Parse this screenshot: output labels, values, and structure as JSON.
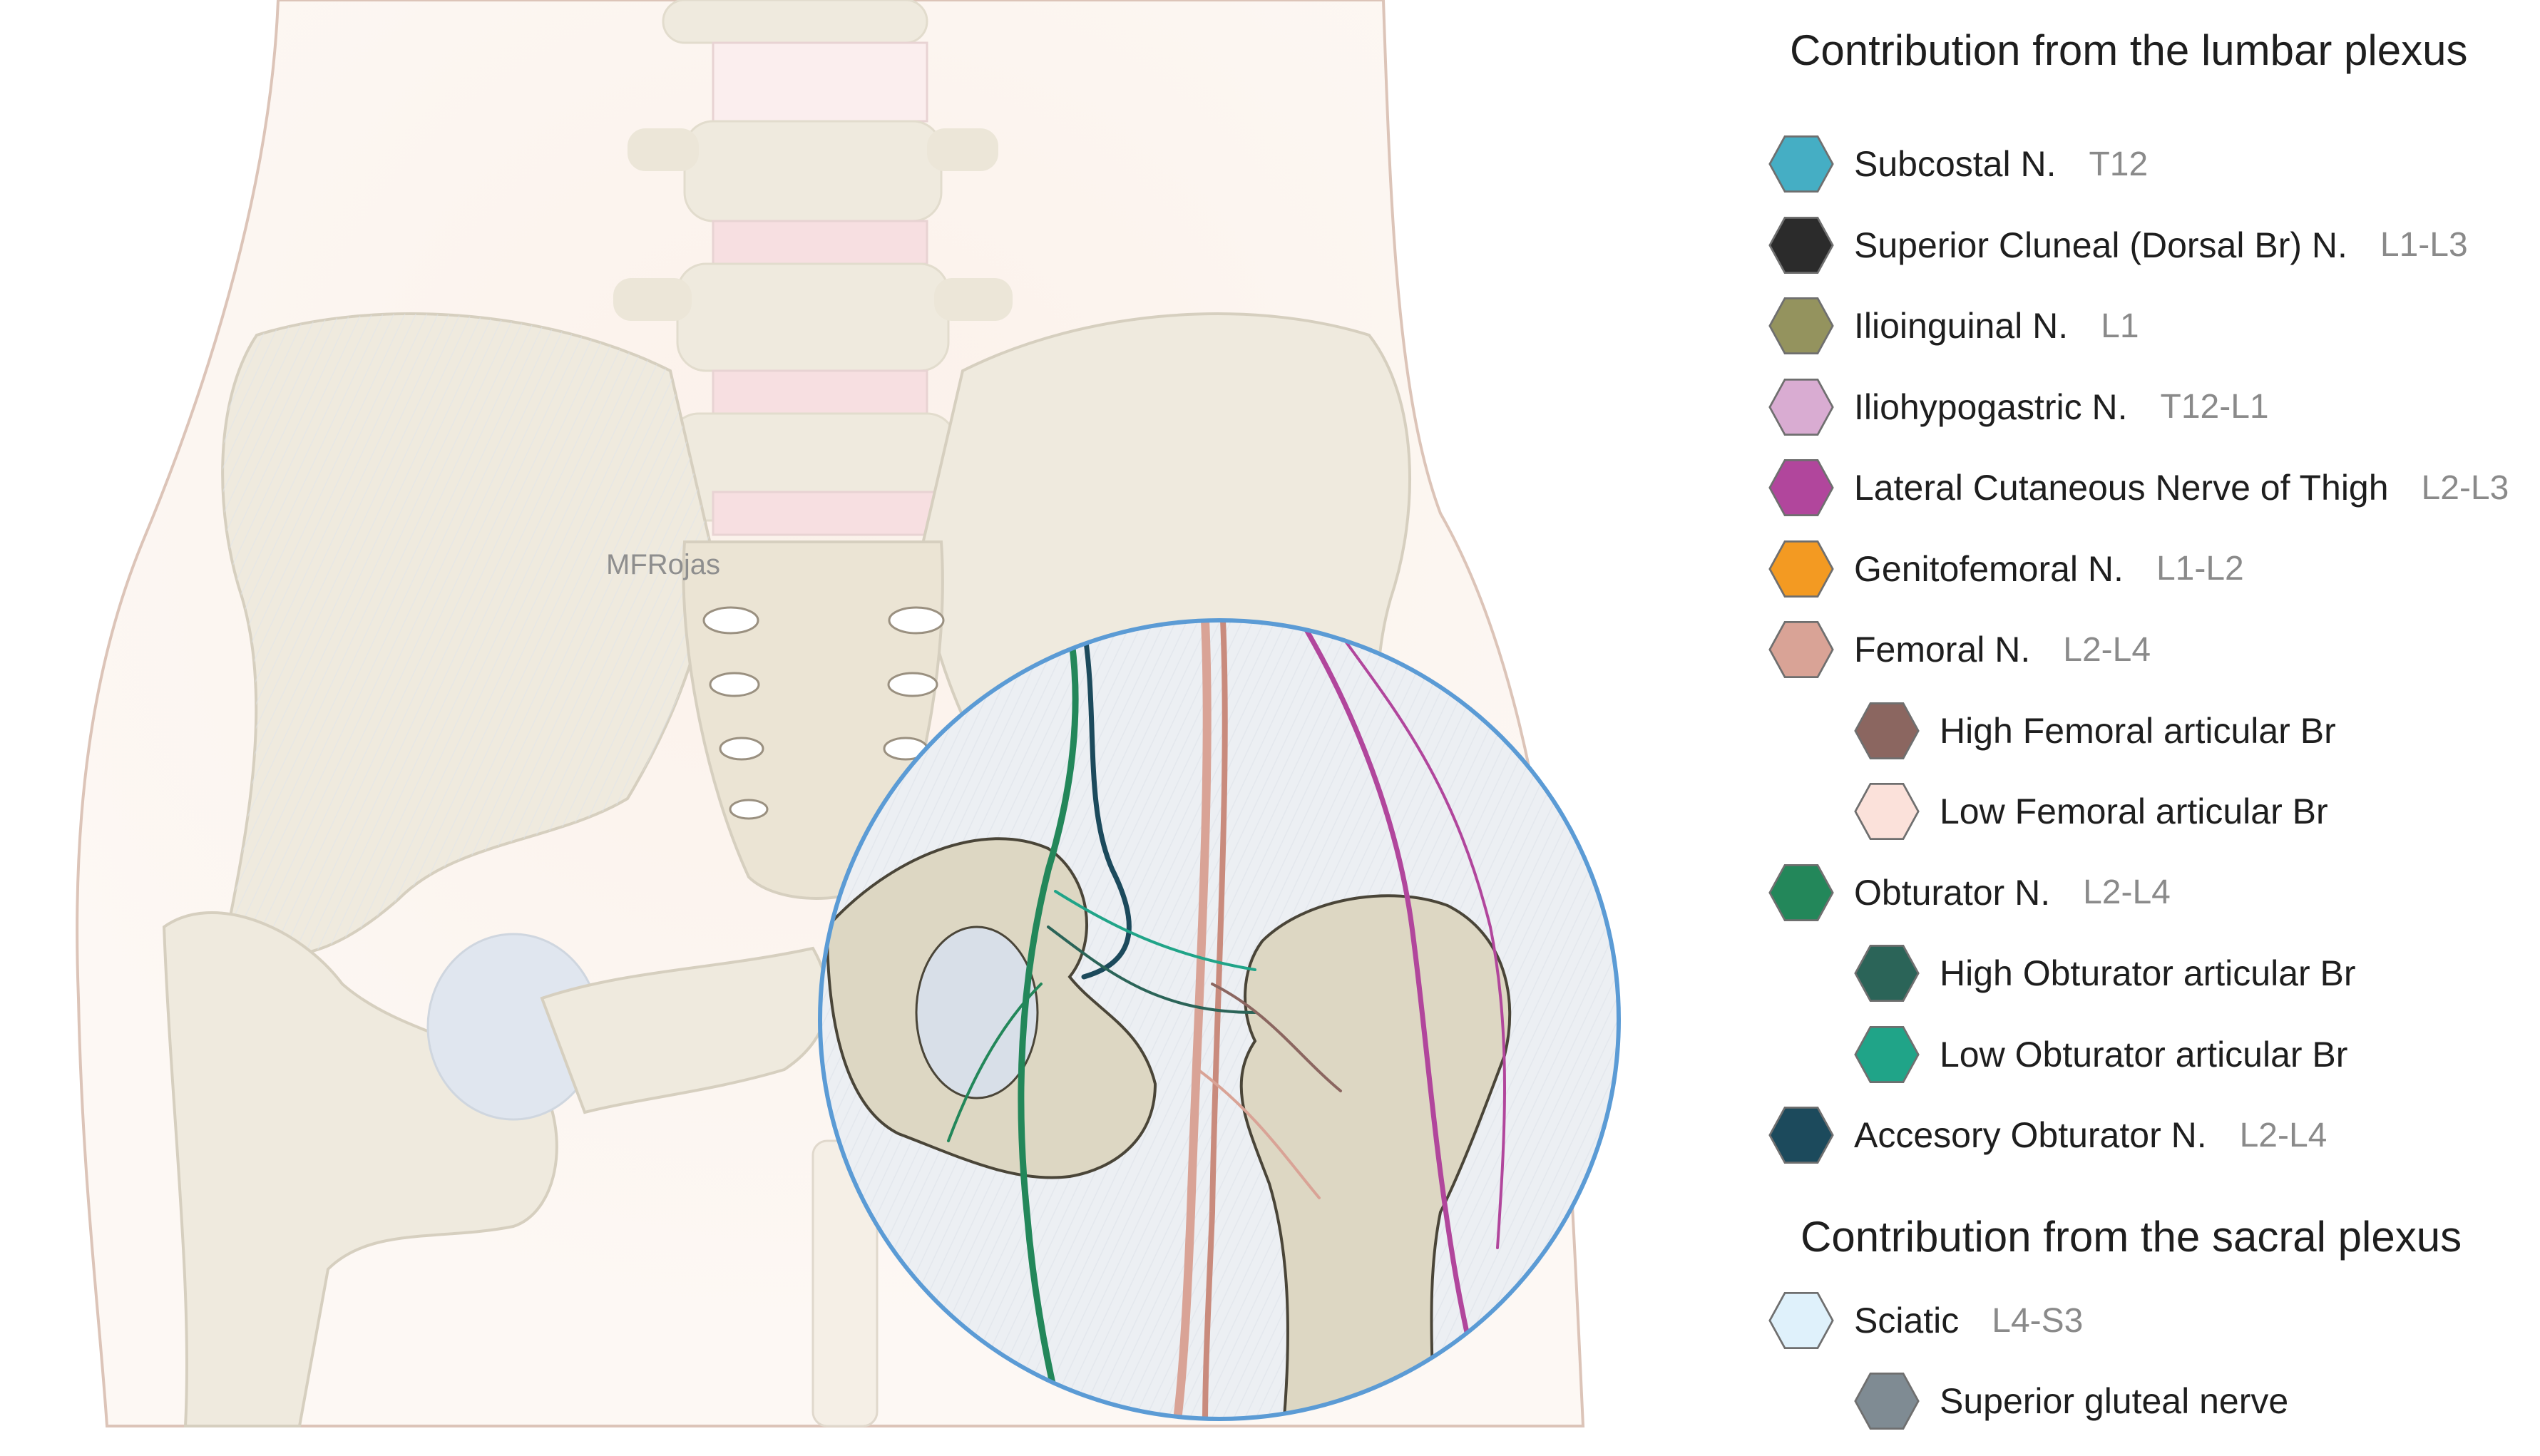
{
  "watermark": "MFRojas",
  "legend": {
    "lumbar_heading": "Contribution from the lumbar plexus",
    "sacral_heading": "Contribution from the sacral plexus",
    "lumbar_items": [
      {
        "label": "Subcostal N.",
        "level": "T12",
        "color": "#45aec4",
        "indent": false
      },
      {
        "label": "Superior Cluneal (Dorsal Br) N.",
        "level": "L1-L3",
        "color": "#2b2b2b",
        "indent": false
      },
      {
        "label": "Ilioinguinal N.",
        "level": "L1",
        "color": "#94935e",
        "indent": false
      },
      {
        "label": "Iliohypogastric N.",
        "level": "T12-L1",
        "color": "#d9acd2",
        "indent": false
      },
      {
        "label": "Lateral Cutaneous Nerve of Thigh",
        "level": "L2-L3",
        "color": "#b1469c",
        "indent": false
      },
      {
        "label": "Genitofemoral N.",
        "level": "L1-L2",
        "color": "#f39a22",
        "indent": false
      },
      {
        "label": "Femoral N.",
        "level": "L2-L4",
        "color": "#d9a396",
        "indent": false
      },
      {
        "label": "High Femoral articular Br",
        "level": "",
        "color": "#8b6660",
        "indent": true
      },
      {
        "label": "Low Femoral articular Br",
        "level": "",
        "color": "#fbe1da",
        "indent": true
      },
      {
        "label": "Obturator N.",
        "level": "L2-L4",
        "color": "#23875a",
        "indent": false
      },
      {
        "label": "High Obturator articular Br",
        "level": "",
        "color": "#2b6458",
        "indent": true
      },
      {
        "label": "Low Obturator articular Br",
        "level": "",
        "color": "#20a488",
        "indent": true
      },
      {
        "label": "Accesory Obturator N.",
        "level": "L2-L4",
        "color": "#1c4a5c",
        "indent": false
      }
    ],
    "sacral_items": [
      {
        "label": "Sciatic",
        "level": "L4-S3",
        "color": "#dff1fb",
        "indent": false
      },
      {
        "label": "Superior gluteal nerve",
        "level": "",
        "color": "#7f8b93",
        "indent": true
      }
    ]
  },
  "colors": {
    "bone": "#efeade",
    "bone_outline": "#d6cfbf",
    "skin_outline": "#dcc4b8",
    "magnifier_ring": "#5b9bd5",
    "disc": "#f7dfe1"
  }
}
